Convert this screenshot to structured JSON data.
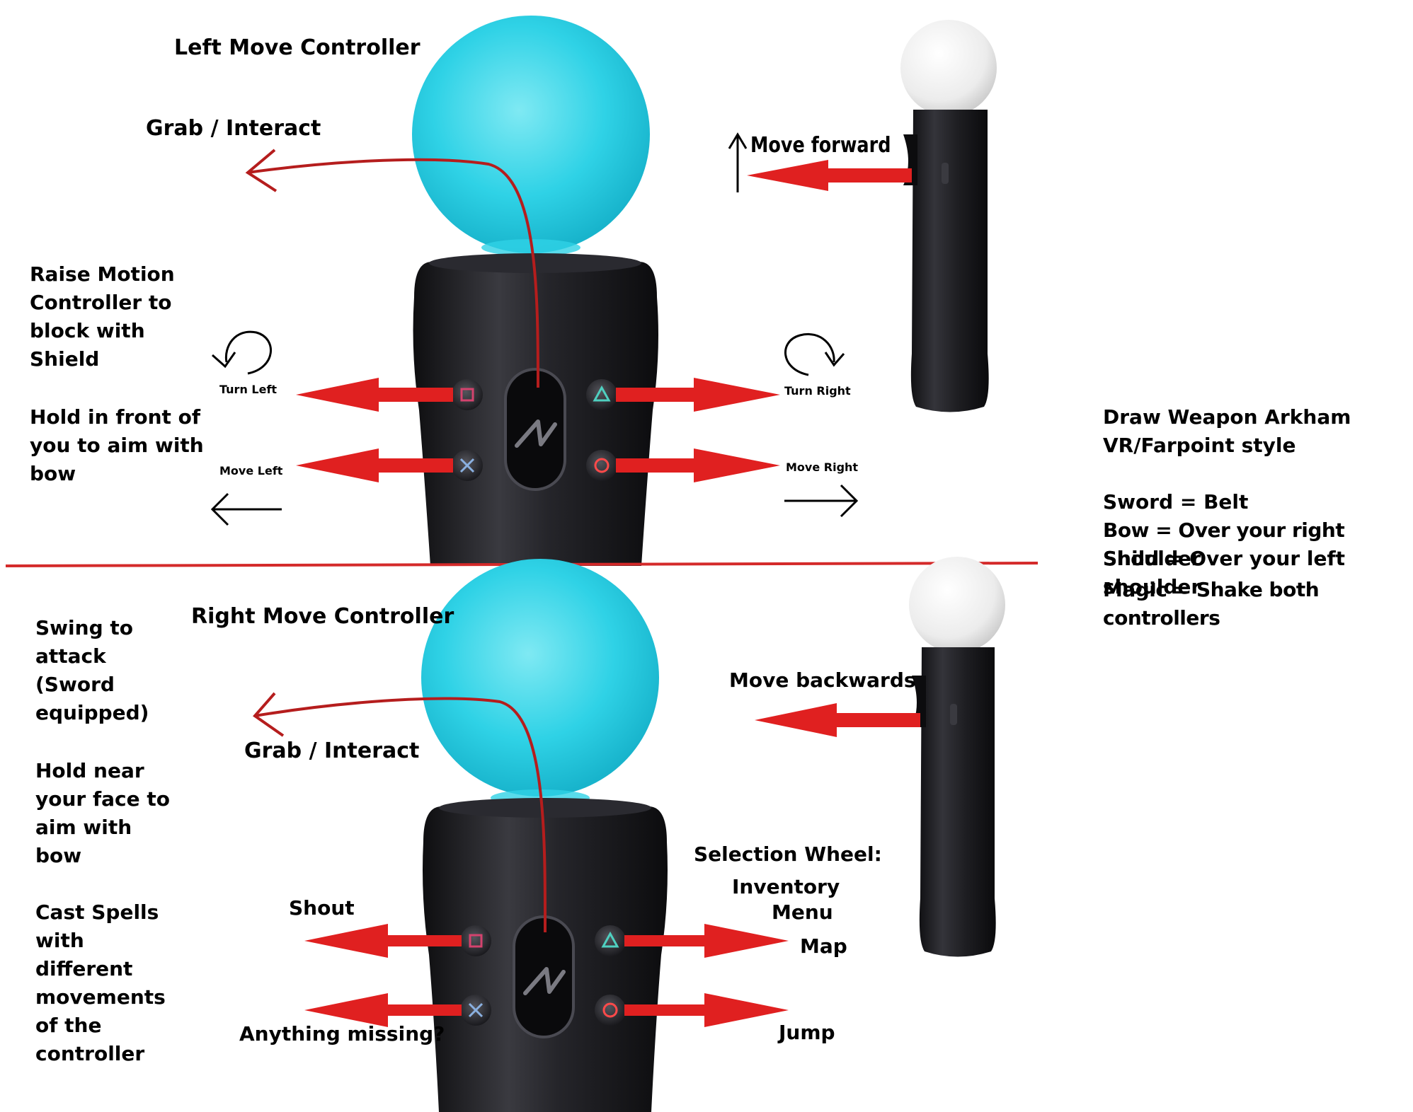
{
  "colors": {
    "arrow_red": "#e02020",
    "curve_red": "#b51d1d",
    "divider_red": "#d42a2a",
    "orb_cyan": "#2fd2e6",
    "body_black": "#1c1c1f",
    "side_orb_white": "#f2f2f2",
    "icon_square": "#d4436e",
    "icon_triangle": "#4fd0c0",
    "icon_cross": "#8ab0e0",
    "icon_circle": "#ff4a4a"
  },
  "top": {
    "title": "Left Move Controller",
    "grab": "Grab / Interact",
    "move_forward": "Move forward",
    "raise_block": "Raise Motion\nController to\nblock with\nShield",
    "hold_aim_bow": "Hold in front of\nyou to aim with\nbow",
    "turn_left": "Turn Left",
    "move_left": "Move Left",
    "turn_right": "Turn Right",
    "move_right": "Move Right"
  },
  "bottom": {
    "title": "Right Move Controller",
    "swing_attack": "Swing to\nattack\n(Sword\nequipped)",
    "hold_face_bow": "Hold near\nyour face to\naim with\nbow",
    "cast_spells": "Cast Spells\nwith\ndifferent\nmovements\nof the\ncontroller",
    "grab": "Grab  / Interact",
    "move_backwards": "Move backwards",
    "selection_wheel": "Selection Wheel:",
    "inventory": "Inventory",
    "menu": "Menu",
    "map": "Map",
    "shout": "Shout",
    "anything_missing": "Anything missing?",
    "jump": "Jump"
  },
  "side_note": {
    "draw_weapon": "Draw Weapon Arkham\nVR/Farpoint style",
    "sword": "Sword = Belt",
    "bow": "Bow = Over your right Shoulder",
    "shield": "Shild = Over your left shoulder",
    "magic": "Magic = Shake both controllers"
  },
  "icons": [
    "rotate-ccw-icon",
    "rotate-cw-icon",
    "arrow-left-icon",
    "arrow-right-icon",
    "arrow-up-icon",
    "square-button-icon",
    "triangle-button-icon",
    "cross-button-icon",
    "circle-button-icon",
    "move-logo-icon"
  ]
}
